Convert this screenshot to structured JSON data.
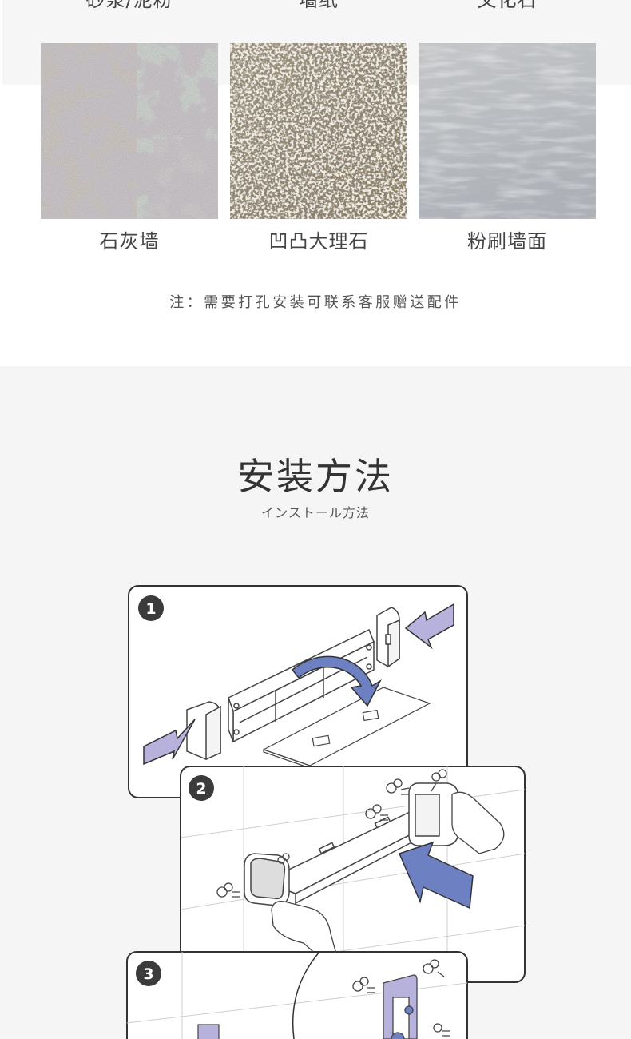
{
  "previous_row": {
    "labels": [
      "砂浆/泥粉",
      "墙纸",
      "文化石"
    ]
  },
  "wall_types": [
    {
      "label": "石灰墙",
      "texture": "peeling-plaster"
    },
    {
      "label": "凹凸大理石",
      "texture": "rough-granite"
    },
    {
      "label": "粉刷墙面",
      "texture": "painted-wall"
    }
  ],
  "note": "注：需要打孔安装可联系客服赠送配件",
  "install": {
    "title": "安装方法",
    "subtitle": "インストール方法",
    "steps": [
      {
        "number": "1"
      },
      {
        "number": "2"
      },
      {
        "number": "3"
      }
    ]
  },
  "colors": {
    "arrow_light": "#b7b2dc",
    "arrow_dark": "#6d80c2",
    "badge": "#3b3b3b"
  }
}
